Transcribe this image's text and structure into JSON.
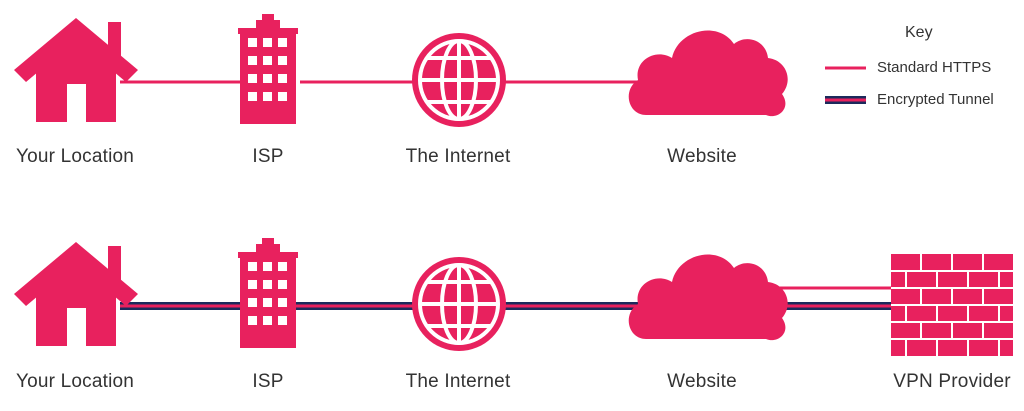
{
  "colors": {
    "accent": "#E8215E",
    "tunnel": "#1B2A5C",
    "text": "#333333",
    "background": "#FFFFFF"
  },
  "key": {
    "title": "Key",
    "items": [
      {
        "label": "Standard HTTPS",
        "style": "pink-line"
      },
      {
        "label": "Encrypted Tunnel",
        "style": "pink-line-with-navy-outline"
      }
    ]
  },
  "rows": [
    {
      "connection": "Standard HTTPS",
      "nodes": [
        {
          "label": "Your Location",
          "icon": "house-icon"
        },
        {
          "label": "ISP",
          "icon": "building-icon"
        },
        {
          "label": "The Internet",
          "icon": "globe-icon"
        },
        {
          "label": "Website",
          "icon": "cloud-icon"
        }
      ]
    },
    {
      "connection": "Encrypted Tunnel",
      "nodes": [
        {
          "label": "Your Location",
          "icon": "house-icon"
        },
        {
          "label": "ISP",
          "icon": "building-icon"
        },
        {
          "label": "The Internet",
          "icon": "globe-icon"
        },
        {
          "label": "Website",
          "icon": "cloud-icon"
        },
        {
          "label": "VPN Provider",
          "icon": "brick-wall-icon"
        }
      ]
    }
  ]
}
